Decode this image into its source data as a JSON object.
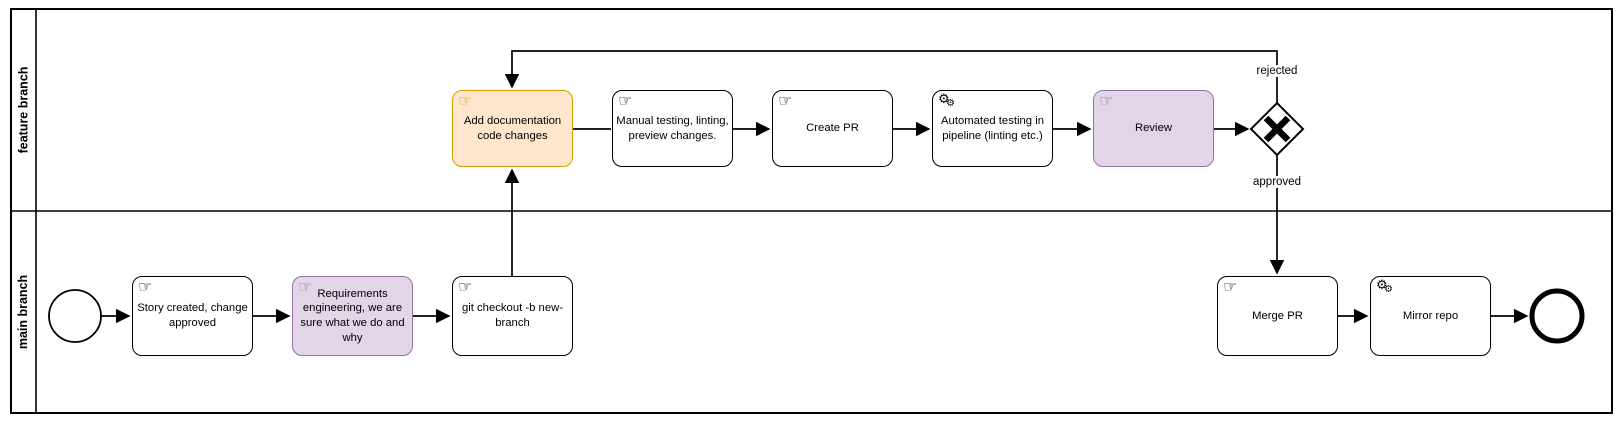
{
  "diagram_type": "bpmn-flowchart",
  "lanes": [
    {
      "id": "feature-branch",
      "label": "feature branch"
    },
    {
      "id": "main-branch",
      "label": "main branch"
    }
  ],
  "tasks": [
    {
      "id": "add-documentation",
      "label": "Add documentation code changes",
      "type": "manual",
      "style": "orange",
      "lane": "feature branch"
    },
    {
      "id": "manual-testing",
      "label": "Manual testing, linting, preview changes.",
      "type": "manual",
      "style": "default",
      "lane": "feature branch"
    },
    {
      "id": "create-pr",
      "label": "Create PR",
      "type": "manual",
      "style": "default",
      "lane": "feature branch"
    },
    {
      "id": "automated-testing",
      "label": "Automated testing in pipeline (linting etc.)",
      "type": "service",
      "style": "default",
      "lane": "feature branch"
    },
    {
      "id": "review",
      "label": "Review",
      "type": "manual",
      "style": "purple",
      "lane": "feature branch"
    },
    {
      "id": "story-created",
      "label": "Story created, change approved",
      "type": "manual",
      "style": "default",
      "lane": "main branch"
    },
    {
      "id": "requirements",
      "label": "Requirements engineering, we are sure what we do and why",
      "type": "manual",
      "style": "purple",
      "lane": "main branch"
    },
    {
      "id": "git-checkout",
      "label": "git checkout -b new-branch",
      "type": "manual",
      "style": "default",
      "lane": "main branch"
    },
    {
      "id": "merge-pr",
      "label": "Merge PR",
      "type": "manual",
      "style": "default",
      "lane": "main branch"
    },
    {
      "id": "mirror-repo",
      "label": "Mirror repo",
      "type": "service",
      "style": "default",
      "lane": "main branch"
    }
  ],
  "events": [
    {
      "id": "start-event",
      "type": "start",
      "lane": "main branch"
    },
    {
      "id": "end-event",
      "type": "end",
      "lane": "main branch"
    }
  ],
  "gateway": {
    "id": "review-decision",
    "type": "exclusive",
    "symbol": "X",
    "lane": "feature branch"
  },
  "edge_labels": {
    "rejected": "rejected",
    "approved": "approved"
  },
  "icons": {
    "manual": "hand-icon",
    "service": "gears-icon"
  },
  "colors": {
    "orange_fill": "#FFE6CC",
    "orange_stroke": "#D79B00",
    "purple_fill": "#E1D5E7",
    "purple_stroke": "#9673A6",
    "default_fill": "#FFFFFF",
    "default_stroke": "#000000",
    "line": "#000000"
  }
}
